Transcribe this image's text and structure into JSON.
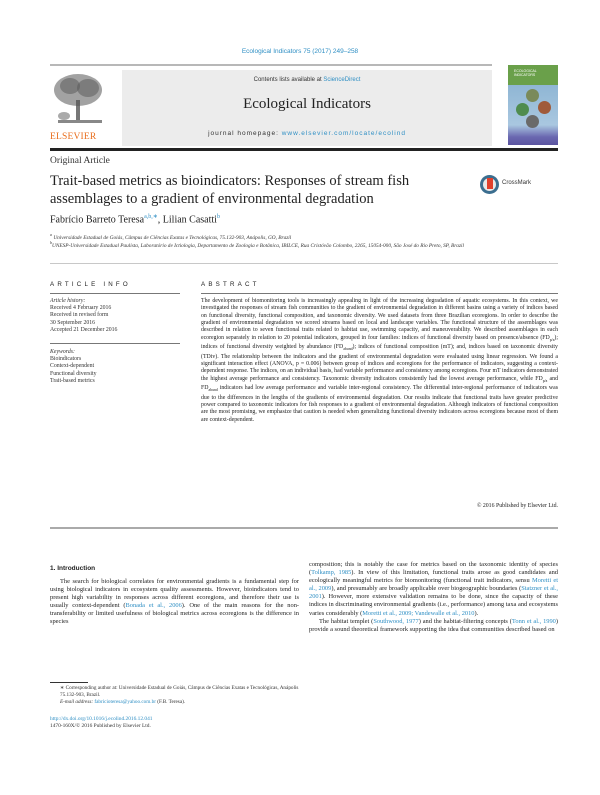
{
  "header": {
    "citation": "Ecological Indicators 75 (2017) 249–258",
    "contents_prefix": "Contents lists available at ",
    "contents_link": "ScienceDirect",
    "journal_title": "Ecological Indicators",
    "homepage_prefix": "journal homepage: ",
    "homepage_link": "www.elsevier.com/locate/ecolind",
    "publisher_logo": "ELSEVIER",
    "cover_title": "ECOLOGICAL INDICATORS",
    "colors": {
      "link": "#2f8fc4",
      "elsevier_orange": "#e96d1c",
      "banner_bg": "#ececec"
    }
  },
  "article": {
    "type": "Original Article",
    "title": "Trait-based metrics as bioindicators: Responses of stream fish assemblages to a gradient of environmental degradation",
    "crossmark_label": "CrossMark",
    "authors": [
      {
        "name": "Fabrício Barreto Teresa",
        "marks": "a,b,∗"
      },
      {
        "name": "Lilian Casatti",
        "marks": "b"
      }
    ],
    "author_separator": ", ",
    "affiliations": [
      {
        "mark": "a",
        "text": "Universidade Estadual de Goiás, Câmpus de Ciências Exatas e Tecnológicas, 75.132-903, Anápolis, GO, Brazil"
      },
      {
        "mark": "b",
        "text": "UNESP-Universidade Estadual Paulista, Laboratório de Ictiologia, Departamento de Zoologia e Botânica, IBILCE, Rua Cristóvão Colombo, 2265, 15054-000, São José do Rio Preto, SP, Brazil"
      }
    ]
  },
  "article_info": {
    "heading": "ARTICLE INFO",
    "history_label": "Article history:",
    "history": [
      "Received 4 February 2016",
      "Received in revised form",
      "30 September 2016",
      "Accepted 21 December 2016"
    ],
    "keywords_label": "Keywords:",
    "keywords": [
      "Bioindicators",
      "Context-dependent",
      "Functional diversity",
      "Trait-based metrics"
    ]
  },
  "abstract": {
    "heading": "ABSTRACT",
    "part1": "The development of biomonitoring tools is increasingly appealing in light of the increasing degradation of aquatic ecosystems. In this context, we investigated the responses of stream fish communities to the gradient of environmental degradation in different basins using a variety of indices based on functional diversity, functional composition, and taxonomic diversity. We used datasets from three Brazilian ecoregions. In order to describe the gradient of environmental degradation we scored streams based on local and landscape variables. The functional structure of the assemblages was described in relation to seven functional traits related to habitat use, swimming capacity, and maneuverability. We described assemblages in each ecoregion separately in relation to 20 potential indicators, grouped in four families: indices of functional diversity based on presence/absence (FD",
    "sub1": "p/a",
    "part2": "); indices of functional diversity weighted by abundance (FD",
    "sub2": "abund",
    "part3": "); indices of functional composition (mT); and, indices based on taxonomic diversity (TDiv). The relationship between the indicators and the gradient of environmental degradation were evaluated using linear regression. We found a significant interaction effect (ANOVA, p = 0.006) between group of indices and ecoregions for the performance of indicators, suggesting a context-dependent response. The indices, on an individual basis, had variable performance and consistency among ecoregions. Four mT indicators demonstrated the highest average performance and consistency. Taxonomic diversity indicators consistently had the lowest average performance, while FD",
    "sub3": "p/a",
    "part4": " and FD",
    "sub4": "abund",
    "part5": " indicators had low average performance and variable inter-regional consistency. The differential inter-regional performance of indicators was due to the differences in the lengths of the gradients of environmental degradation. Our results indicate that functional traits have greater predictive power compared to taxonomic indicators for fish responses to a gradient of environmental degradation. Although indicators of functional composition are the most promising, we emphasize that caution is needed when generalizing functional diversity indicators across ecoregions because most of them are context-dependent.",
    "copyright": "© 2016 Published by Elsevier Ltd."
  },
  "introduction": {
    "heading": "1.  Introduction",
    "left_p1_a": "The search for biological correlates for environmental gradients is a fundamental step for using biological indicators in ecosystem quality assessments. However, bioindicators tend to present high variability in responses across different ecoregions, and therefore their use is usually context-dependent (",
    "left_p1_ref1": "Bonada et al., 2006",
    "left_p1_b": "). One of the main reasons for the non-transferability or limited usefulness of biological metrics across ecoregions is the difference in species",
    "right_p1_a": "composition; this is notably the case for metrics based on the taxonomic identity of species (",
    "right_p1_ref1": "Tolkamp, 1985",
    "right_p1_b": "). In view of this limitation, functional traits arose as good candidates and ecologically meaningful metrics for biomonitoring (functional trait indicators, sensu ",
    "right_p1_ref2": "Moretti et al., 2009",
    "right_p1_c": "), and presumably are broadly applicable over biogeographic boundaries (",
    "right_p1_ref3": "Statzner et al., 2001",
    "right_p1_d": "). However, more extensive validation remains to be done, since the capacity of these indices in discriminating environmental gradients (i.e., performance) among taxa and ecosystems varies considerably (",
    "right_p1_ref4": "Moretti et al., 2009; Vandewalle et al., 2010",
    "right_p1_e": ").",
    "right_p2_a": "The habitat templet (",
    "right_p2_ref1": "Southwood, 1977",
    "right_p2_b": ") and the habitat-filtering concepts (",
    "right_p2_ref2": "Tonn et al., 1990",
    "right_p2_c": ") provide a sound theoretical framework supporting the idea that communities described based on"
  },
  "footnotes": {
    "corresponding": "∗  Corresponding author at: Universidade Estadual de Goiás, Câmpus de Ciências Exatas e Tecnológicas, Anápolis 75.132-903, Brazil.",
    "email_label": "E-mail address: ",
    "email": "fabricioteresa@yahoo.com.br",
    "email_suffix": " (F.B. Teresa).",
    "doi": "http://dx.doi.org/10.1016/j.ecolind.2016.12.041",
    "issn": "1470-160X/© 2016 Published by Elsevier Ltd."
  }
}
